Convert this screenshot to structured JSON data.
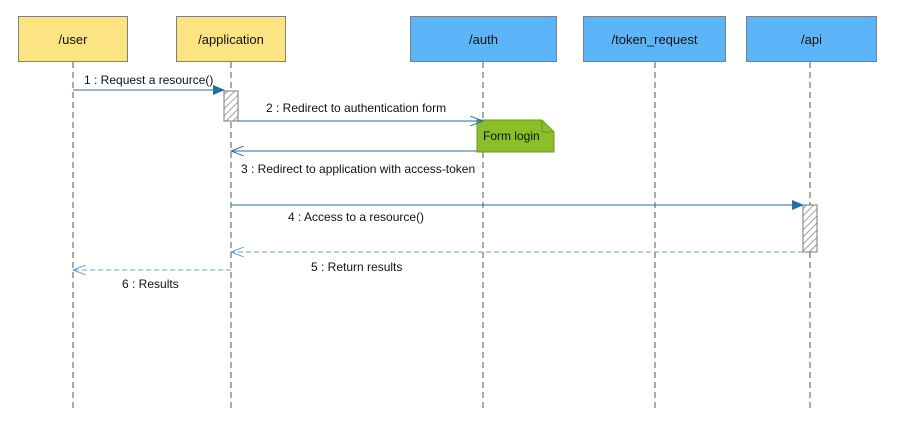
{
  "participants": [
    {
      "id": "user",
      "label": "/user",
      "color": "#fde482"
    },
    {
      "id": "application",
      "label": "/application",
      "color": "#fde482"
    },
    {
      "id": "auth",
      "label": "/auth",
      "color": "#5bb5f8"
    },
    {
      "id": "token_request",
      "label": "/token_request",
      "color": "#5bb5f8"
    },
    {
      "id": "api",
      "label": "/api",
      "color": "#5bb5f8"
    }
  ],
  "messages": [
    {
      "label": "1 : Request a resource()",
      "style": "solid"
    },
    {
      "label": "2 : Redirect to authentication form",
      "style": "solid"
    },
    {
      "label": "3 : Redirect to application with access-token",
      "style": "solid"
    },
    {
      "label": "4 : Access to a resource()",
      "style": "solid"
    },
    {
      "label": "5 : Return results",
      "style": "dashed"
    },
    {
      "label": "6 : Results",
      "style": "dashed"
    }
  ],
  "note": {
    "label": "Form login",
    "color": "#8abf2a"
  },
  "colors": {
    "arrow": "#2a6e9e",
    "lifeline": "#555555"
  }
}
